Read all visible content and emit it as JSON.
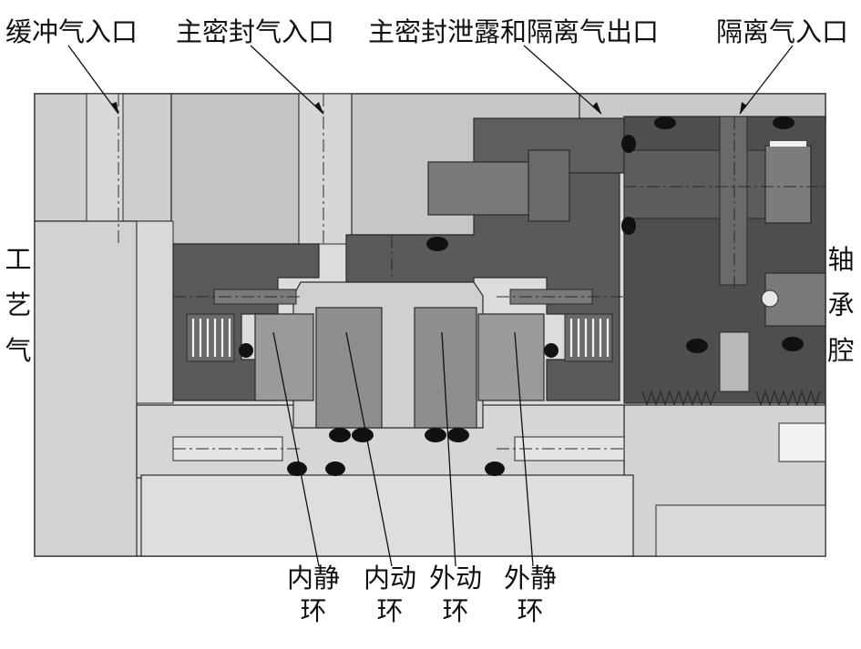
{
  "labels": {
    "buffer_gas_inlet": "缓冲气入口",
    "primary_seal_gas_inlet": "主密封气入口",
    "primary_leak_isolation_outlet": "主密封泄露和隔离气出口",
    "isolation_gas_inlet": "隔离气入口",
    "process_gas": [
      "工",
      "艺",
      "气"
    ],
    "bearing_cavity": [
      "轴",
      "承",
      "腔"
    ],
    "inner_stationary_ring": [
      "内静",
      "环"
    ],
    "inner_rotating_ring": [
      "内动",
      "环"
    ],
    "outer_rotating_ring": [
      "外动",
      "环"
    ],
    "outer_stationary_ring": [
      "外静",
      "环"
    ]
  },
  "colors": {
    "dark_part": "#5a5a5a",
    "mid_part": "#8e8e8e",
    "light_part": "#c8c8c8",
    "pale_part": "#dcdcdc",
    "seal_ring": "#111111",
    "outline": "#2a2a2a"
  }
}
